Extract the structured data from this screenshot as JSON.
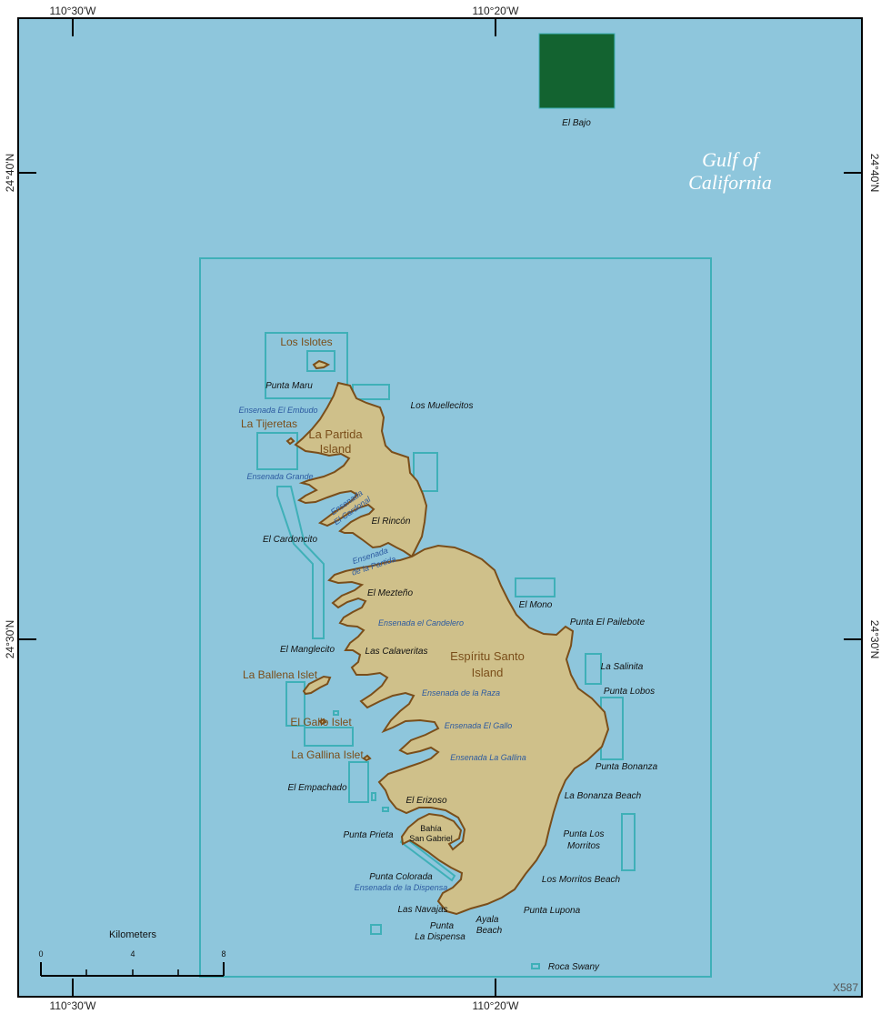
{
  "colors": {
    "sea": "#8ec6dc",
    "land": "#cfc08a",
    "coast": "#7a4e1a",
    "zone": "#3fb0b8",
    "reserve": "#136330",
    "frame": "#000000"
  },
  "graticule": {
    "top_left": "110°30'W",
    "top_mid": "110°20'W",
    "bottom_left": "110°30'W",
    "bottom_mid": "110°20'W",
    "left_upper": "24°40'N",
    "left_lower": "24°30'N",
    "right_upper": "24°40'N",
    "right_lower": "24°30'N"
  },
  "sea": {
    "name_line1": "Gulf of",
    "name_line2": "California"
  },
  "reserve": {
    "name": "El Bajo"
  },
  "islands": {
    "partida_line1": "La Partida",
    "partida_line2": "Island",
    "espiritu_line1": "Espíritu Santo",
    "espiritu_line2": "Island"
  },
  "labels": {
    "los_islotes": "Los Islotes",
    "punta_maru": "Punta Maru",
    "ensenada_el_embudo": "Ensenada El Embudo",
    "los_muellecitos": "Los Muellecitos",
    "la_tijeretas": "La Tijeretas",
    "ensenada_grande": "Ensenada Grande",
    "ensenada_el_cardonal_1": "Ensenada",
    "ensenada_el_cardonal_2": "El Cardonal",
    "el_rincon": "El Rincón",
    "el_cardoncito": "El Cardoncito",
    "ensenada_partida_1": "Ensenada",
    "ensenada_partida_2": "de la Partida",
    "el_mono": "El Mono",
    "el_mezteno": "El Mezteño",
    "punta_el_pailebote": "Punta El Pailebote",
    "ensenada_candelero": "Ensenada el Candelero",
    "el_manglecito": "El Manglecito",
    "las_calaveritas": "Las Calaveritas",
    "la_salinita": "La Salinita",
    "la_ballena_islet": "La Ballena Islet",
    "ensenada_raza": "Ensenada de la Raza",
    "punta_lobos": "Punta Lobos",
    "el_gallo_islet": "El Gallo Islet",
    "ensenada_el_gallo": "Ensenada El Gallo",
    "la_gallina_islet": "La Gallina Islet",
    "ensenada_la_gallina": "Ensenada La Gallina",
    "punta_bonanza": "Punta Bonanza",
    "el_empachado": "El Empachado",
    "el_erizoso": "El Erizoso",
    "la_bonanza_beach": "La Bonanza Beach",
    "punta_prieta": "Punta Prieta",
    "bahia_1": "Bahía",
    "bahia_2": "San Gabriel",
    "punta_los_morritos_1": "Punta Los",
    "punta_los_morritos_2": "Morritos",
    "punta_colorada": "Punta Colorada",
    "ensenada_dispensa": "Ensenada de la Dispensa",
    "los_morritos_beach": "Los Morritos Beach",
    "las_navajas": "Las Navajas",
    "punta_lupona": "Punta Lupona",
    "ayala_1": "Ayala",
    "ayala_2": "Beach",
    "punta_dispensa_1": "Punta",
    "punta_dispensa_2": "La Dispensa",
    "roca_swany": "Roca Swany"
  },
  "scale_bar": {
    "title": "Kilometers",
    "ticks": [
      "0",
      "4",
      "8"
    ]
  },
  "map_id": "X587"
}
